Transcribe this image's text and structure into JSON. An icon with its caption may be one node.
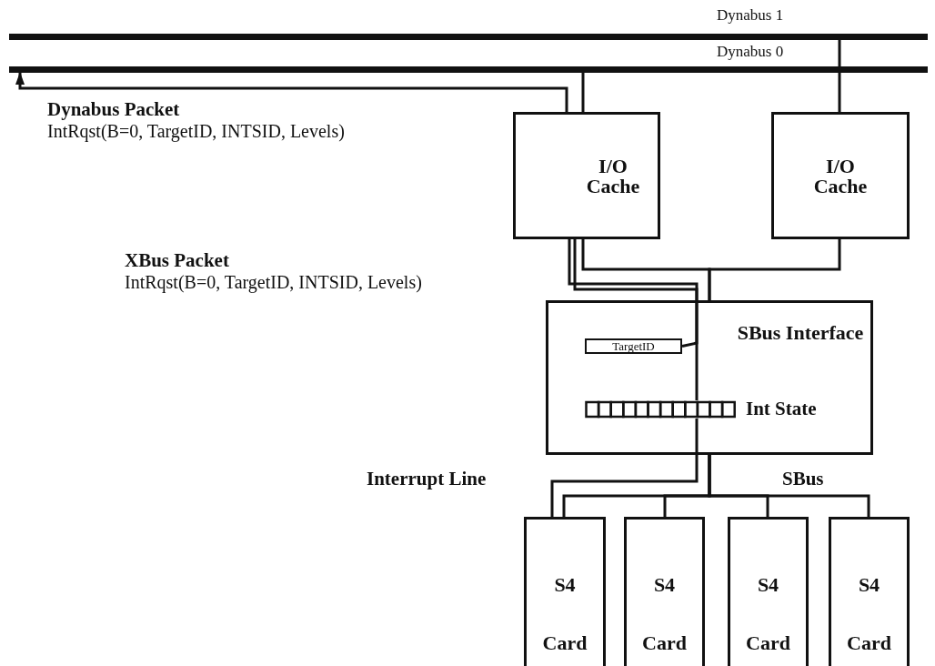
{
  "diagram": {
    "nodes": [
      {
        "text": [
          "Dynabus 1"
        ]
      },
      {
        "text": [
          "Dynabus 0"
        ]
      },
      {
        "text": [
          "I/O Cache"
        ]
      },
      {
        "text": [
          "I/O Cache"
        ]
      },
      {
        "text": [
          "SBus Interface"
        ]
      },
      {
        "text": [
          "TargetID"
        ],
        "in": 4
      },
      {
        "text": [
          "Int State"
        ],
        "in": 4
      },
      {
        "text": [
          "S4 Card"
        ]
      },
      {
        "text": [
          "S4 Card"
        ]
      },
      {
        "text": [
          "S4 Card"
        ]
      },
      {
        "text": [
          "S4 Card"
        ]
      }
    ],
    "edges": [
      {
        "from": 7,
        "to": 6,
        "arrow": "none"
      },
      {
        "from": 6,
        "to": 2,
        "arrow": "none"
      },
      {
        "from": 2,
        "to": 1,
        "arrow": "to"
      },
      {
        "from": 5,
        "to": 2,
        "arrow": "none"
      },
      {
        "from": 2,
        "to": 1,
        "arrow": "none"
      },
      {
        "from": 3,
        "to": 0,
        "arrow": "none"
      },
      {
        "from": 2,
        "to": 4,
        "arrow": "none"
      },
      {
        "from": 3,
        "to": 4,
        "arrow": "none"
      },
      {
        "from": 4,
        "to": 7,
        "arrow": "none"
      },
      {
        "from": 4,
        "to": 8,
        "arrow": "none"
      },
      {
        "from": 4,
        "to": 9,
        "arrow": "none"
      },
      {
        "from": 4,
        "to": 10,
        "arrow": "none"
      }
    ],
    "labels": [
      "Dynabus Packet",
      "IntRqst(B=0, TargetID, INTSID, Levels)",
      "XBus Packet",
      "IntRqst(B=0, TargetID, INTSID, Levels)",
      "Interrupt Line",
      "SBus"
    ]
  }
}
